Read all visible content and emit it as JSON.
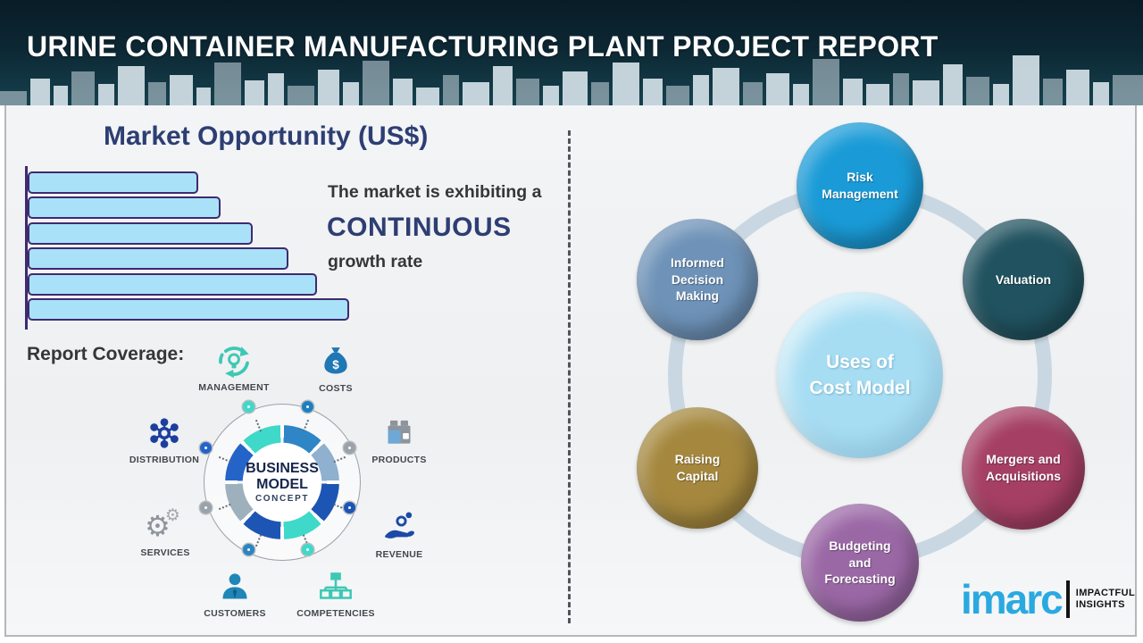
{
  "header": {
    "title": "URINE CONTAINER MANUFACTURING PLANT PROJECT REPORT"
  },
  "left_panel": {
    "chart_title": "Market Opportunity (US$)",
    "growth_text": {
      "line1": "The market is exhibiting a",
      "line2": "CONTINUOUS",
      "line3": "growth rate"
    },
    "report_coverage_label": "Report Coverage:",
    "business_model": {
      "center_line1": "BUSINESS",
      "center_line2": "MODEL",
      "center_line3": "CONCEPT",
      "costs_icon_symbol": "$",
      "gear_glyph": "⚙",
      "items": [
        {
          "label": "MANAGEMENT",
          "icon": "management-cycle-icon"
        },
        {
          "label": "COSTS",
          "icon": "money-bag-icon"
        },
        {
          "label": "DISTRIBUTION",
          "icon": "network-hub-icon"
        },
        {
          "label": "PRODUCTS",
          "icon": "product-box-icon"
        },
        {
          "label": "SERVICES",
          "icon": "gears-icon"
        },
        {
          "label": "REVENUE",
          "icon": "hand-coins-icon"
        },
        {
          "label": "CUSTOMERS",
          "icon": "person-icon"
        },
        {
          "label": "COMPETENCIES",
          "icon": "org-chart-icon"
        }
      ]
    }
  },
  "chart_data": {
    "type": "bar",
    "orientation": "horizontal",
    "title": "Market Opportunity (US$)",
    "categories": [
      "",
      "",
      "",
      "",
      "",
      ""
    ],
    "values": [
      53,
      60,
      70,
      81,
      90,
      100
    ],
    "axis_labels_shown": false,
    "annotation": "The market is exhibiting a CONTINUOUS growth rate",
    "bar_fill": "#a9e2f8",
    "bar_border": "#3f2a70"
  },
  "right_panel": {
    "center_bubble": {
      "line1": "Uses of",
      "line2": "Cost Model",
      "color": "#a6ddf3"
    },
    "bubbles": [
      {
        "label": "Risk Management",
        "color": "#1a9bd7"
      },
      {
        "label": "Valuation",
        "color": "#20525f"
      },
      {
        "label": "Mergers and Acquisitions",
        "color": "#a53f63"
      },
      {
        "label": "Budgeting and Forecasting",
        "color": "#9b68a6"
      },
      {
        "label": "Raising Capital",
        "color": "#a5883e"
      },
      {
        "label": "Informed Decision Making",
        "color": "#6e92b8"
      }
    ],
    "ring_color": "#c9d7e2"
  },
  "logo": {
    "brand": "imarc",
    "tagline_line1": "IMPACTFUL",
    "tagline_line2": "INSIGHTS",
    "brand_color": "#2aa9e1"
  }
}
